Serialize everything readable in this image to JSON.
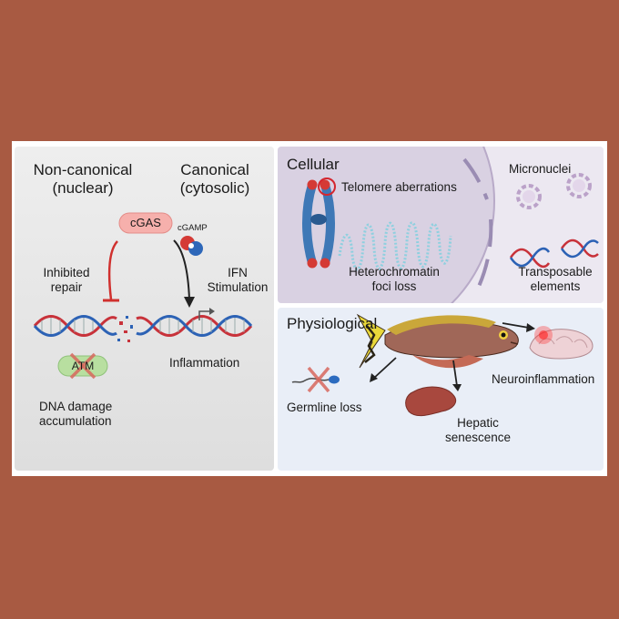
{
  "left_panel": {
    "noncanonical_title": [
      "Non-canonical",
      "(nuclear)"
    ],
    "canonical_title": [
      "Canonical",
      "(cytosolic)"
    ],
    "cgas_label": "cGAS",
    "cgamp_label": "cGAMP",
    "inhibited_repair": [
      "Inhibited",
      "repair"
    ],
    "ifn_stimulation": [
      "IFN",
      "Stimulation"
    ],
    "atm_label": "ATM",
    "inflammation": "Inflammation",
    "dna_damage": [
      "DNA damage",
      "accumulation"
    ]
  },
  "cellular_panel": {
    "title": "Cellular",
    "telomere": "Telomere aberrations",
    "heterochromatin": [
      "Heterochromatin",
      "foci loss"
    ],
    "micronuclei": "Micronuclei",
    "transposable": [
      "Transposable",
      "elements"
    ]
  },
  "physiological_panel": {
    "title": "Physiological",
    "germline": "Germline loss",
    "neuro": "Neuroinflammation",
    "hepatic": [
      "Hepatic",
      "senescence"
    ]
  },
  "colors": {
    "background": "#a85a42",
    "inhibition_red": "#d0302e",
    "dna_red": "#c8323a",
    "dna_blue": "#2c62b5",
    "cgas_pink": "#f6b0ac",
    "atm_green": "#b8dfa0",
    "chromosome_blue": "#3e78b6"
  }
}
